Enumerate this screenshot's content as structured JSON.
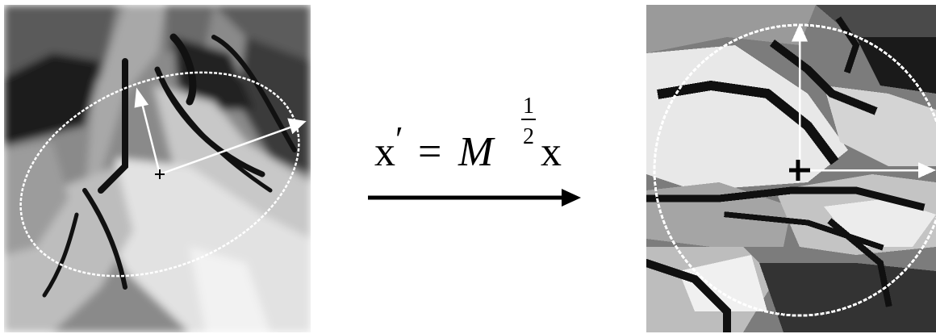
{
  "formula": {
    "lhs": "x",
    "prime": "′",
    "equals": "=",
    "matrix": "M",
    "exp_numerator": "1",
    "exp_denominator": "2",
    "rhs": "x"
  },
  "colors": {
    "ellipse": "#ffffff",
    "arrows": "#ffffff",
    "transform_arrow": "#000000",
    "background": "#ffffff"
  },
  "icons": [
    "center-cross-icon",
    "axis-arrow-icon",
    "transform-arrow-icon"
  ]
}
